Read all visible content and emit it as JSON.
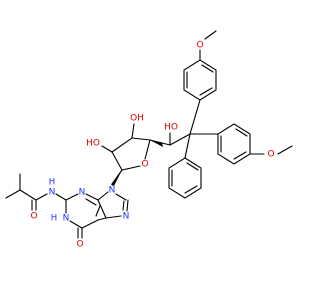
{
  "diagram": {
    "atoms": {
      "o_methoxy_top": "O",
      "o_methoxy_right": "O",
      "o_hydroxyl_top": "HO",
      "o_hydroxyl_ring_top": "OH",
      "o_hydroxyl_ring_left": "HO",
      "o_ring": "O",
      "n_imid_9": "N",
      "n_imid_7": "N",
      "n_pyr_3": "N",
      "n_amide": "N",
      "h_amide": "H",
      "n_pyr_1": "N",
      "h_pyr_1": "H",
      "o_carbonyl_amide": "O",
      "o_carbonyl_ring": "O"
    },
    "colors": {
      "bond": "#000000",
      "nitrogen": "#2233ff",
      "oxygen": "#e00000",
      "background": "#ffffff"
    }
  }
}
